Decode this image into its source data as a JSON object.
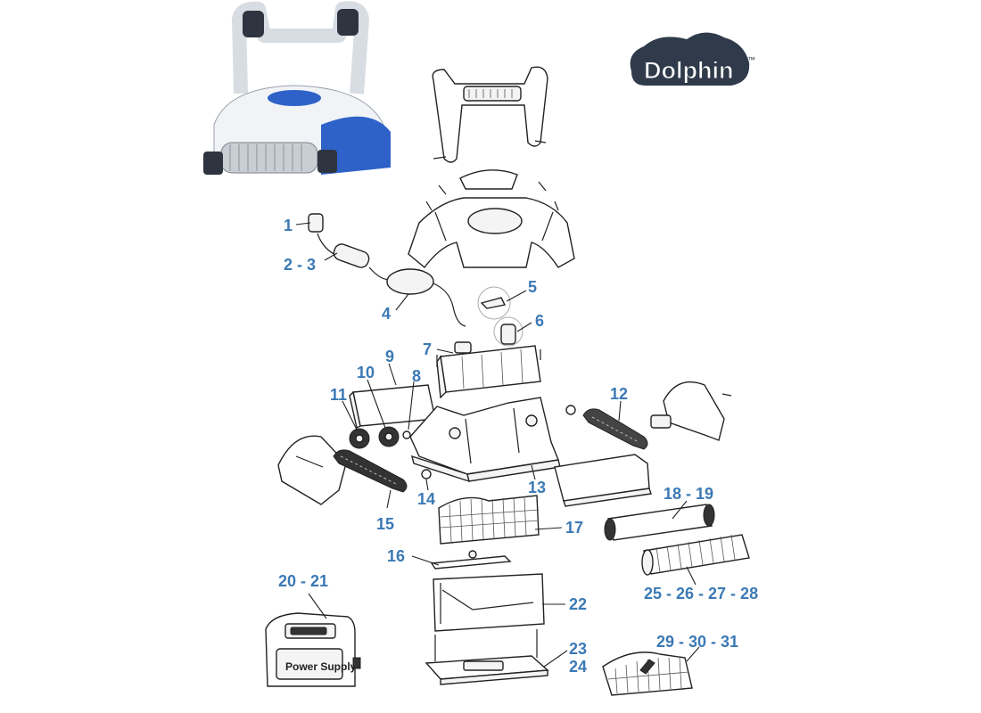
{
  "brand": {
    "name": "Dolphin",
    "trademark": "™"
  },
  "product_label": "Power Supply",
  "colors": {
    "callout": "#3b79b5",
    "robot_blue": "#2f62c8",
    "logo_dark": "#2f3a4a"
  },
  "callouts": [
    {
      "id": "c1",
      "text": "1"
    },
    {
      "id": "c2",
      "text": "2 - 3"
    },
    {
      "id": "c4",
      "text": "4"
    },
    {
      "id": "c5",
      "text": "5"
    },
    {
      "id": "c6",
      "text": "6"
    },
    {
      "id": "c7",
      "text": "7"
    },
    {
      "id": "c8",
      "text": "8"
    },
    {
      "id": "c9",
      "text": "9"
    },
    {
      "id": "c10",
      "text": "10"
    },
    {
      "id": "c11",
      "text": "11"
    },
    {
      "id": "c12",
      "text": "12"
    },
    {
      "id": "c13",
      "text": "13"
    },
    {
      "id": "c14",
      "text": "14"
    },
    {
      "id": "c15",
      "text": "15"
    },
    {
      "id": "c16",
      "text": "16"
    },
    {
      "id": "c17",
      "text": "17"
    },
    {
      "id": "c18",
      "text": "18 - 19"
    },
    {
      "id": "c20",
      "text": "20 - 21"
    },
    {
      "id": "c22",
      "text": "22"
    },
    {
      "id": "c23",
      "text": "23"
    },
    {
      "id": "c24",
      "text": "24"
    },
    {
      "id": "c25",
      "text": "25 - 26 - 27 - 28"
    },
    {
      "id": "c29",
      "text": "29 - 30 - 31"
    }
  ]
}
